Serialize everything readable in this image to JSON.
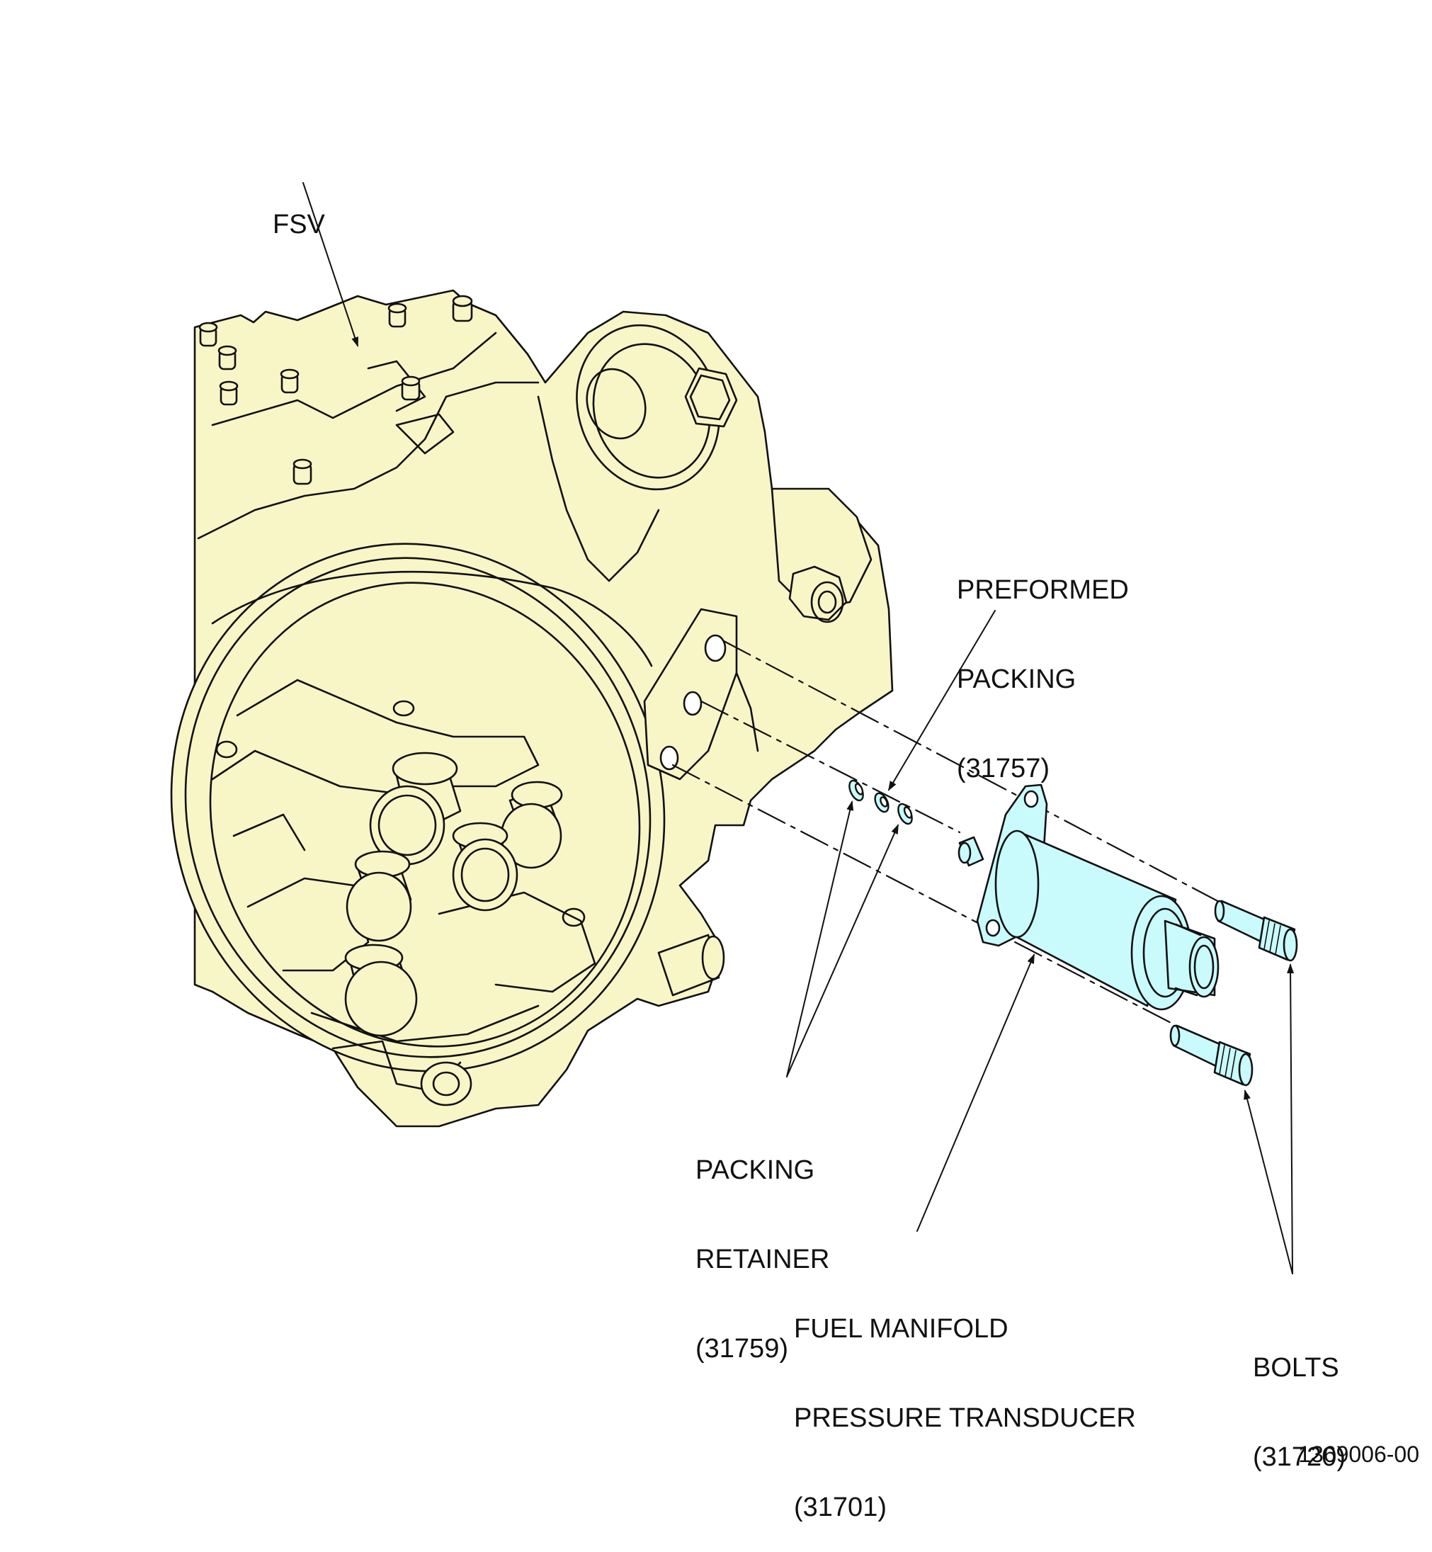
{
  "colors": {
    "fsv_fill": "#f8f5c7",
    "transducer_fill": "#c9fbfd",
    "line": "#111111",
    "background": "#ffffff"
  },
  "labels": {
    "fsv": "FSV",
    "preformed_packing": {
      "line1": "PREFORMED",
      "line2": "PACKING",
      "line3": "(31757)"
    },
    "packing_retainer": {
      "line1": "PACKING",
      "line2": "RETAINER",
      "line3": "(31759)"
    },
    "transducer": {
      "line1": "FUEL MANIFOLD",
      "line2": "PRESSURE TRANSDUCER",
      "line3": "(31701)"
    },
    "bolts": {
      "line1": "BOLTS",
      "line2": "(31720)"
    }
  },
  "figure_number": "1369006-00"
}
